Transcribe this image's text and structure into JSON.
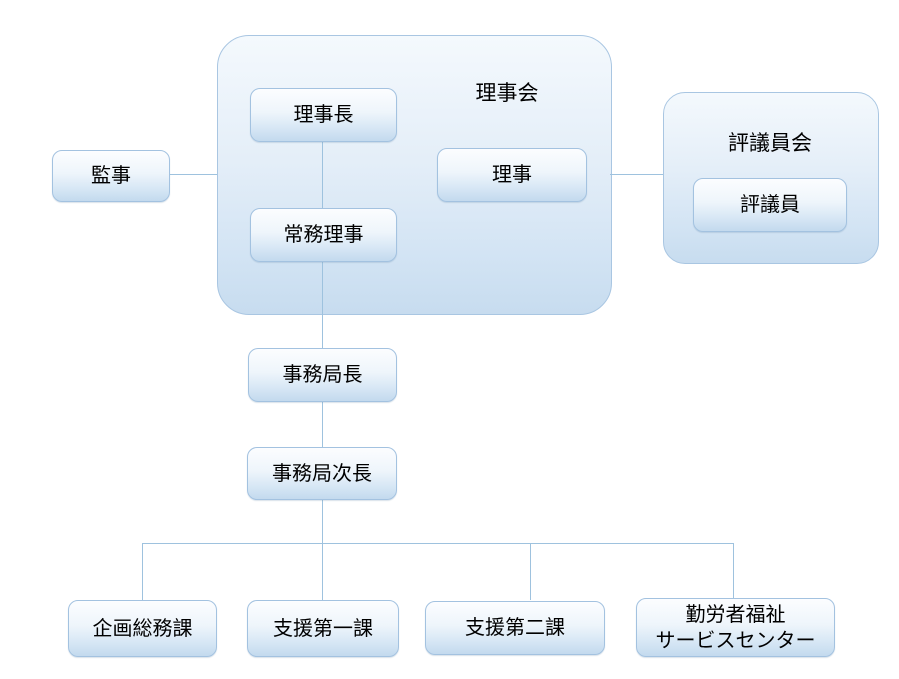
{
  "org_chart": {
    "groups": {
      "board": {
        "label": "理事会"
      },
      "councilors": {
        "label": "評議員会"
      }
    },
    "nodes": {
      "auditor": {
        "label": "監事"
      },
      "chairman": {
        "label": "理事長"
      },
      "director": {
        "label": "理事"
      },
      "executive_director": {
        "label": "常務理事"
      },
      "councilor": {
        "label": "評議員"
      },
      "secretary_general": {
        "label": "事務局長"
      },
      "deputy_secretary_general": {
        "label": "事務局次長"
      },
      "planning_general_affairs_section": {
        "label": "企画総務課"
      },
      "support_section_1": {
        "label": "支援第一課"
      },
      "support_section_2": {
        "label": "支援第二課"
      },
      "workers_welfare_service_center": {
        "label": "勤労者福祉\nサービスセンター"
      }
    }
  },
  "colors": {
    "background": "#ffffff",
    "box_border": "#a3c2e0",
    "box_fill_top": "#fcfdff",
    "box_fill_bottom": "#c3daee",
    "group_border": "#a9c6e2",
    "group_fill_top": "#f4f9fd",
    "group_fill_bottom": "#c7dcef",
    "connector": "#9ec2de",
    "text": "#000000"
  }
}
